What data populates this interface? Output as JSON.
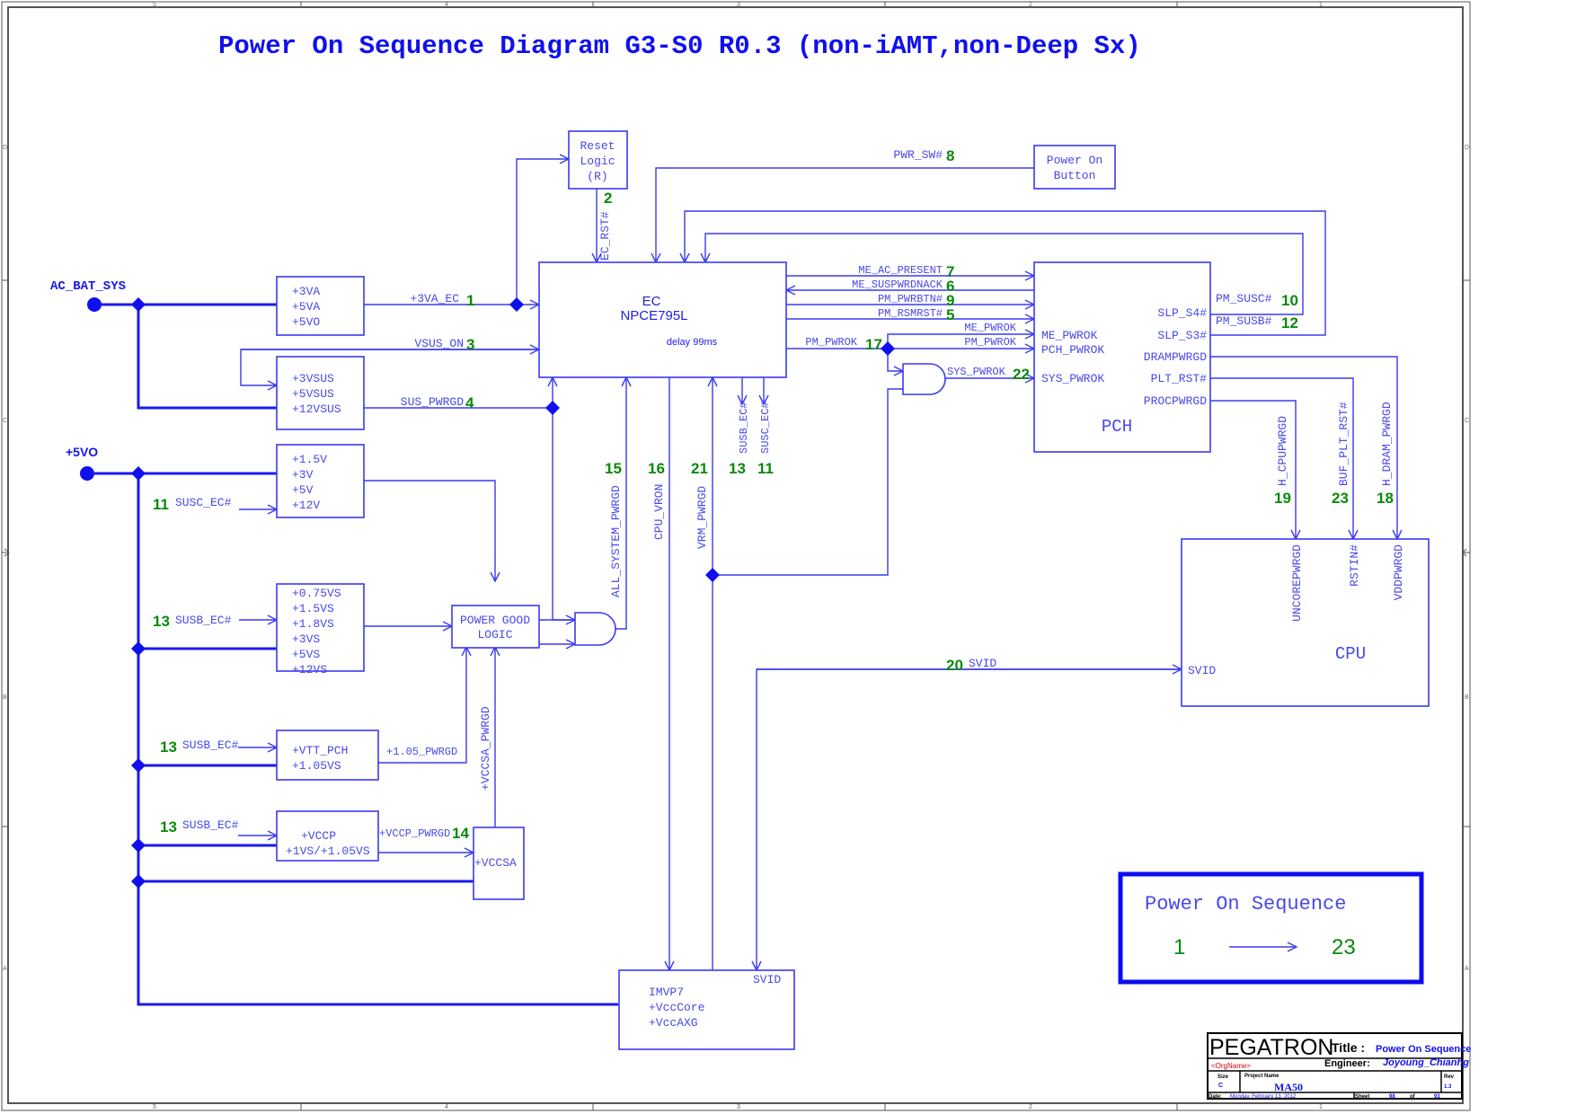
{
  "diagram": {
    "title": "Power On Sequence Diagram G3-S0 R0.3 (non-iAMT,non-Deep Sx)",
    "frame": {
      "columns_top": [
        "5",
        "4",
        "3",
        "2",
        "1"
      ],
      "columns_bottom": [
        "5",
        "4",
        "3",
        "2",
        "1"
      ],
      "rows_left": [
        "D",
        "C",
        "B",
        "A"
      ],
      "rows_right": [
        "D",
        "C",
        "B",
        "A"
      ]
    },
    "rails": {
      "ac_bat_sys": "AC_BAT_SYS",
      "p5vo": "+5VO"
    },
    "blocks": {
      "reset_logic": [
        "Reset",
        "Logic",
        "(R)"
      ],
      "power_on_button": [
        "Power On",
        "Button"
      ],
      "ec": [
        "EC",
        "NPCE795L"
      ],
      "ec_delay": "delay 99ms",
      "always_rails": [
        "+3VA",
        "+5VA",
        "+5VO"
      ],
      "sus_rails": [
        "+3VSUS",
        "+5VSUS",
        "+12VSUS"
      ],
      "susc_rails": [
        "+1.5V",
        "+3V",
        "+5V",
        "+12V"
      ],
      "susb_rails": [
        "+0.75VS",
        "+1.5VS",
        "+1.8VS",
        "+3VS",
        "+5VS",
        "+12VS"
      ],
      "power_good_logic": [
        "POWER GOOD",
        "LOGIC"
      ],
      "vtt_pch": [
        "+VTT_PCH",
        "+1.05VS"
      ],
      "vccp": [
        "+VCCP",
        "+1VS/+1.05VS"
      ],
      "vccsa": "+VCCSA",
      "imvp7": [
        "IMVP7",
        "+VccCore",
        "+VccAXG"
      ],
      "imvp7_svid": "SVID",
      "pch": {
        "name": "PCH",
        "left_pins": [
          "ME_PWROK",
          "PCH_PWROK",
          "SYS_PWROK"
        ],
        "right_pins": [
          "SLP_S4#",
          "SLP_S3#",
          "DRAMPWRGD",
          "PLT_RST#",
          "PROCPWRGD"
        ]
      },
      "cpu": {
        "name": "CPU",
        "top_pins": [
          "UNCOREPWRGD",
          "RSTIN#",
          "VDDPWRGD"
        ],
        "left_pin": "SVID"
      }
    },
    "signals": [
      {
        "label": "+3VA_EC",
        "step": "1"
      },
      {
        "label": "EC_RST#",
        "step": "2"
      },
      {
        "label": "VSUS_ON",
        "step": "3"
      },
      {
        "label": "SUS_PWRGD",
        "step": "4"
      },
      {
        "label": "PM_RSMRST#",
        "step": "5"
      },
      {
        "label": "ME_SUSPWRDNACK",
        "step": "6"
      },
      {
        "label": "ME_AC_PRESENT",
        "step": "7"
      },
      {
        "label": "PWR_SW#",
        "step": "8"
      },
      {
        "label": "PM_PWRBTN#",
        "step": "9"
      },
      {
        "label": "PM_SUSC#",
        "step": "10"
      },
      {
        "label": "SUSC_EC#",
        "step": "11"
      },
      {
        "label": "PM_SUSB#",
        "step": "12"
      },
      {
        "label": "SUSB_EC#",
        "step": "13"
      },
      {
        "label": "+VCCP_PWRGD",
        "step": "14"
      },
      {
        "label": "ALL_SYSTEM_PWRGD",
        "step": "15"
      },
      {
        "label": "CPU_VRON",
        "step": "16"
      },
      {
        "label": "PM_PWROK",
        "step": "17"
      },
      {
        "label": "H_DRAM_PWRGD",
        "step": "18"
      },
      {
        "label": "H_CPUPWRGD",
        "step": "19"
      },
      {
        "label": "SVID",
        "step": "20"
      },
      {
        "label": "VRM_PWRGD",
        "step": "21"
      },
      {
        "label": "SYS_PWROK",
        "step": "22"
      },
      {
        "label": "BUF_PLT_RST#",
        "step": "23"
      }
    ],
    "net_labels": {
      "me_pwrok": "ME_PWROK",
      "pm_pwrok_branch": "PM_PWROK",
      "v105_pwrgd": "+1.05_PWRGD",
      "vccsa_pwrgd": "+VCCSA_PWRGD",
      "susb_ec_ec": "SUSB_EC#",
      "susc_ec_ec": "SUSC_EC#"
    },
    "legend": {
      "title": "Power On Sequence",
      "from": "1",
      "to": "23"
    },
    "title_block": {
      "company": "PEGATRON",
      "title_label": "Title :",
      "title_value": "Power On Sequence",
      "org_name": "<OrgName>",
      "engineer_label": "Engineer:",
      "engineer_value": "Joyoung_Chianhg",
      "size_label": "Size",
      "size_value": "C",
      "project_label": "Project Name",
      "project_value": "MA50",
      "rev_label": "Rev",
      "rev_value": "1.3",
      "date_label": "Date:",
      "date_value": "Monday, February 13, 2012",
      "sheet_label": "Sheet",
      "sheet_value": "98",
      "of_label": "of",
      "of_value": "93"
    },
    "colors": {
      "wire": "#3a3af0",
      "step_number": "#0a8a0a",
      "title": "#1010ee",
      "org_name": "#e00000"
    }
  }
}
